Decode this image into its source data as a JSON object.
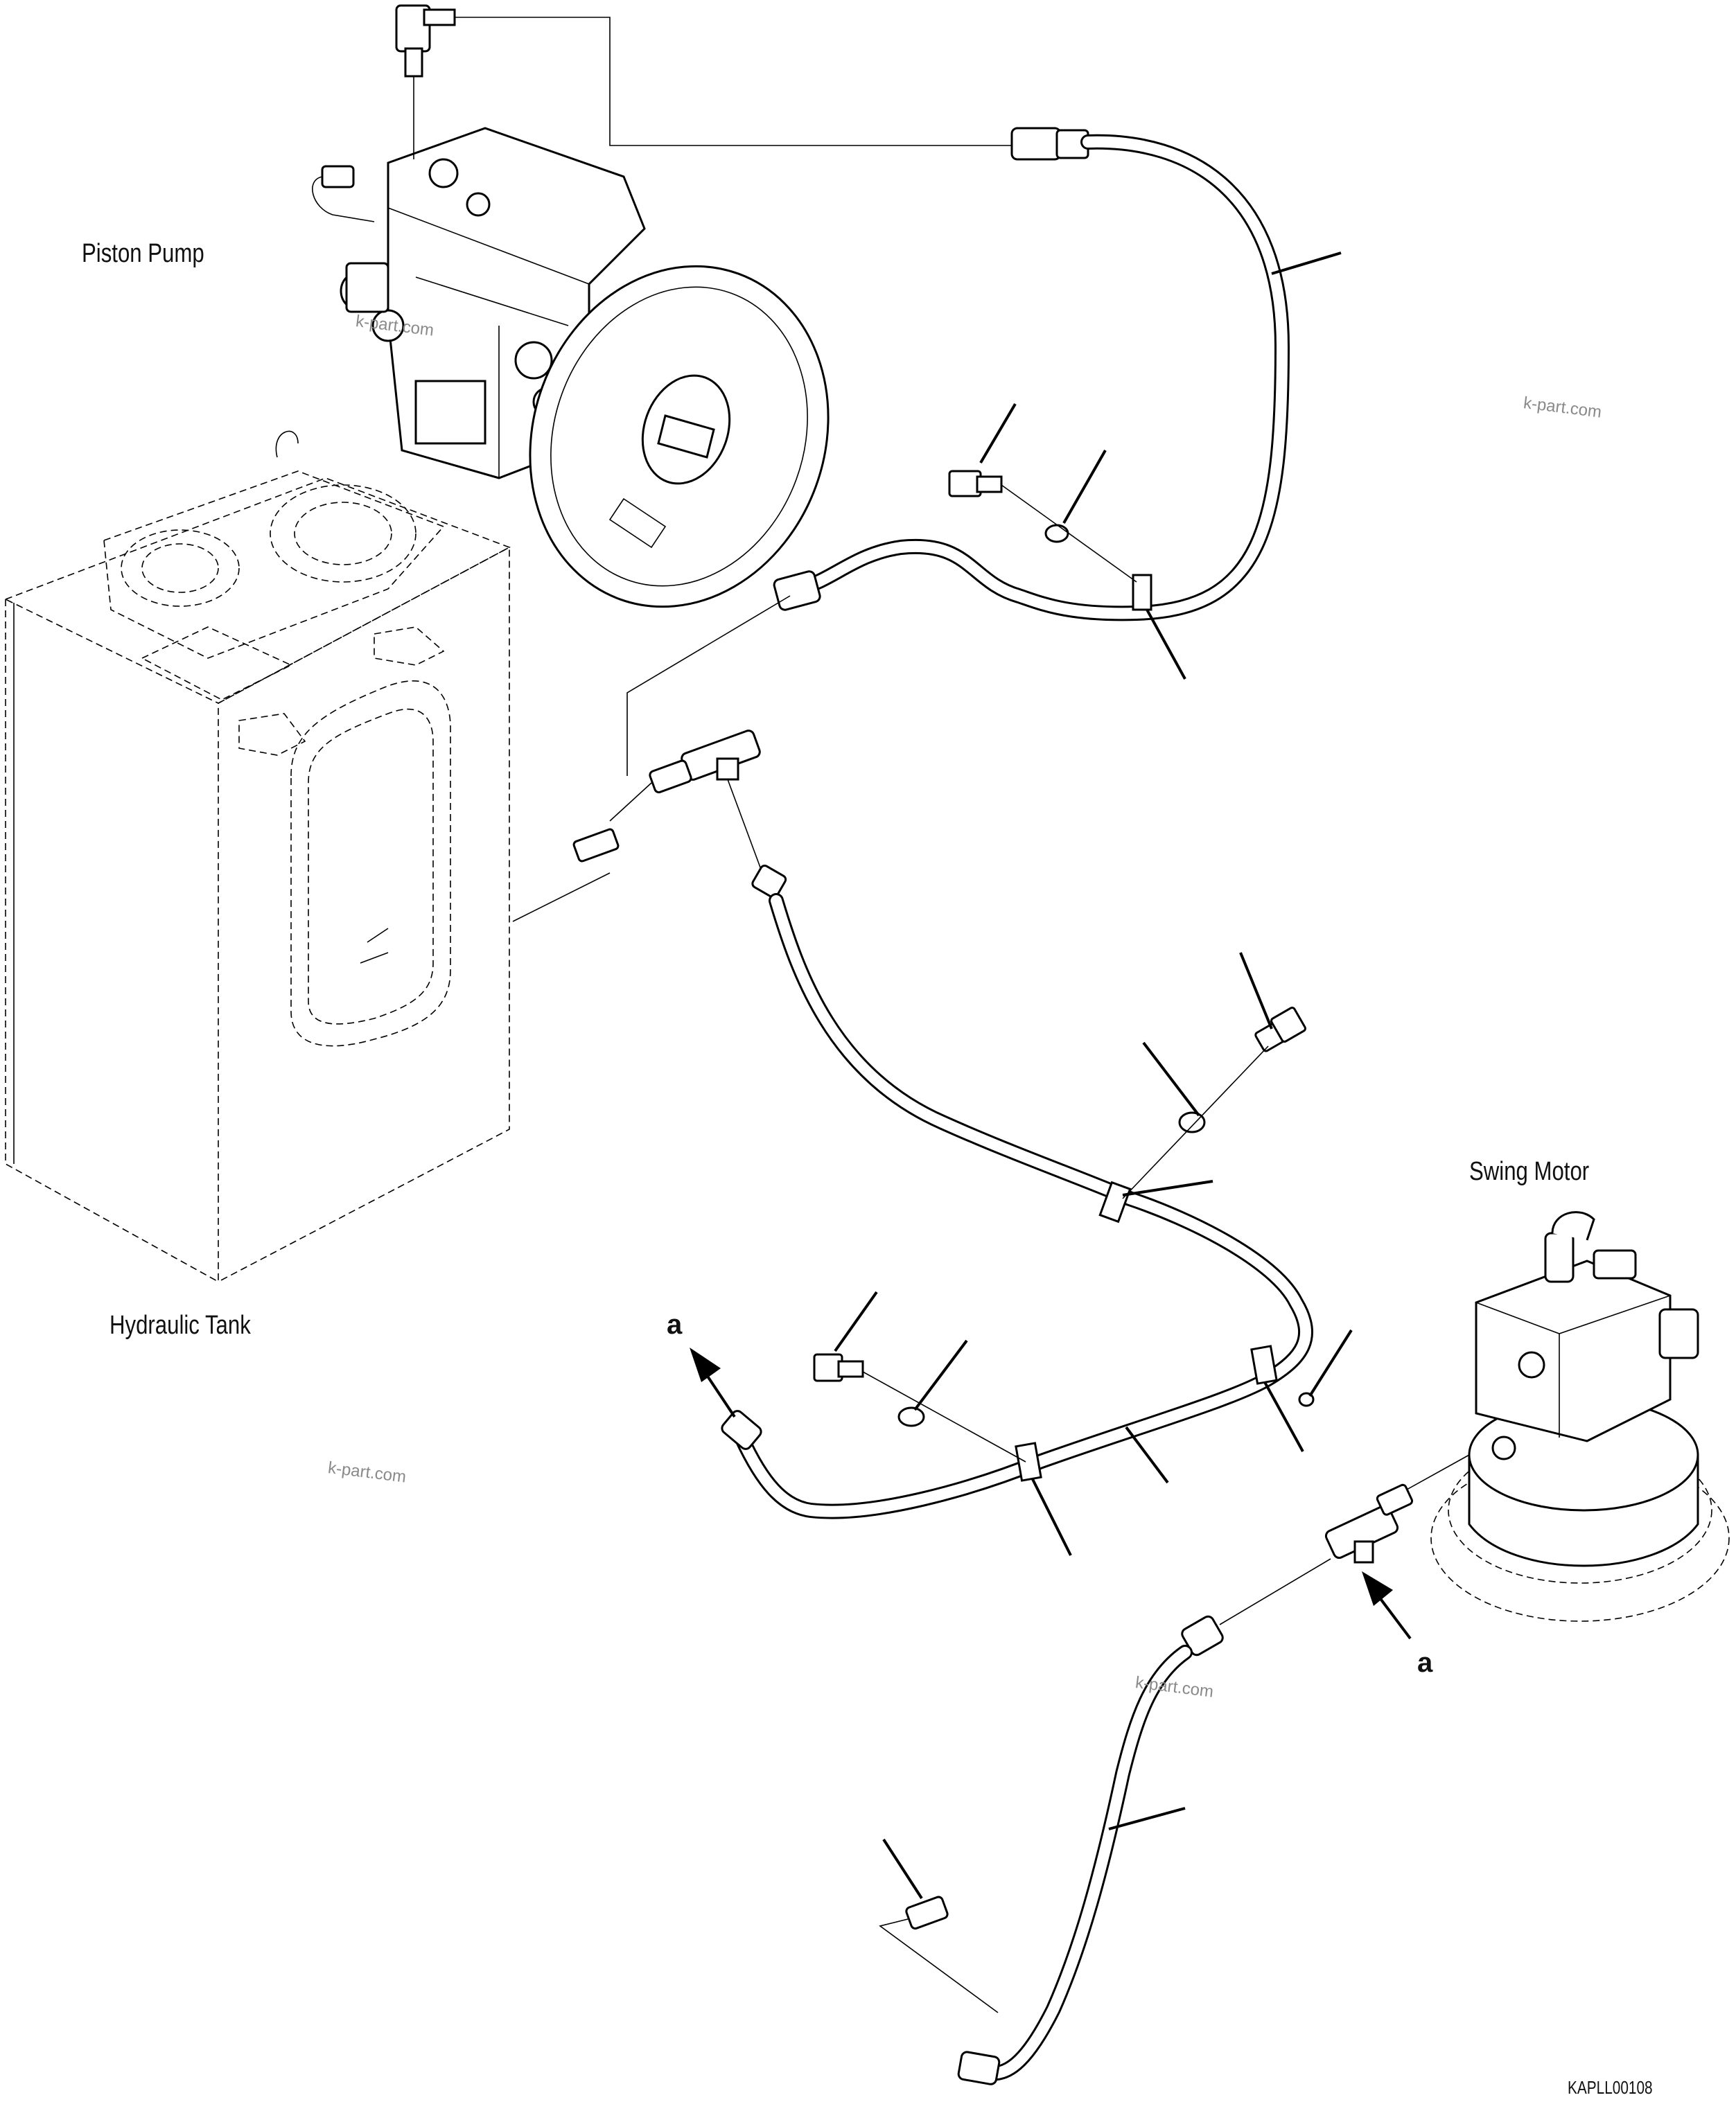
{
  "labels": {
    "piston_pump": "Piston Pump",
    "hydraulic_tank": "Hydraulic Tank",
    "swing_motor": "Swing Motor",
    "connection_a_left": "a",
    "connection_a_right": "a",
    "drawing_code": "KAPLL00108"
  },
  "watermarks": [
    "k-part.com",
    "k-part.com",
    "k-part.com",
    "k-part.com"
  ]
}
